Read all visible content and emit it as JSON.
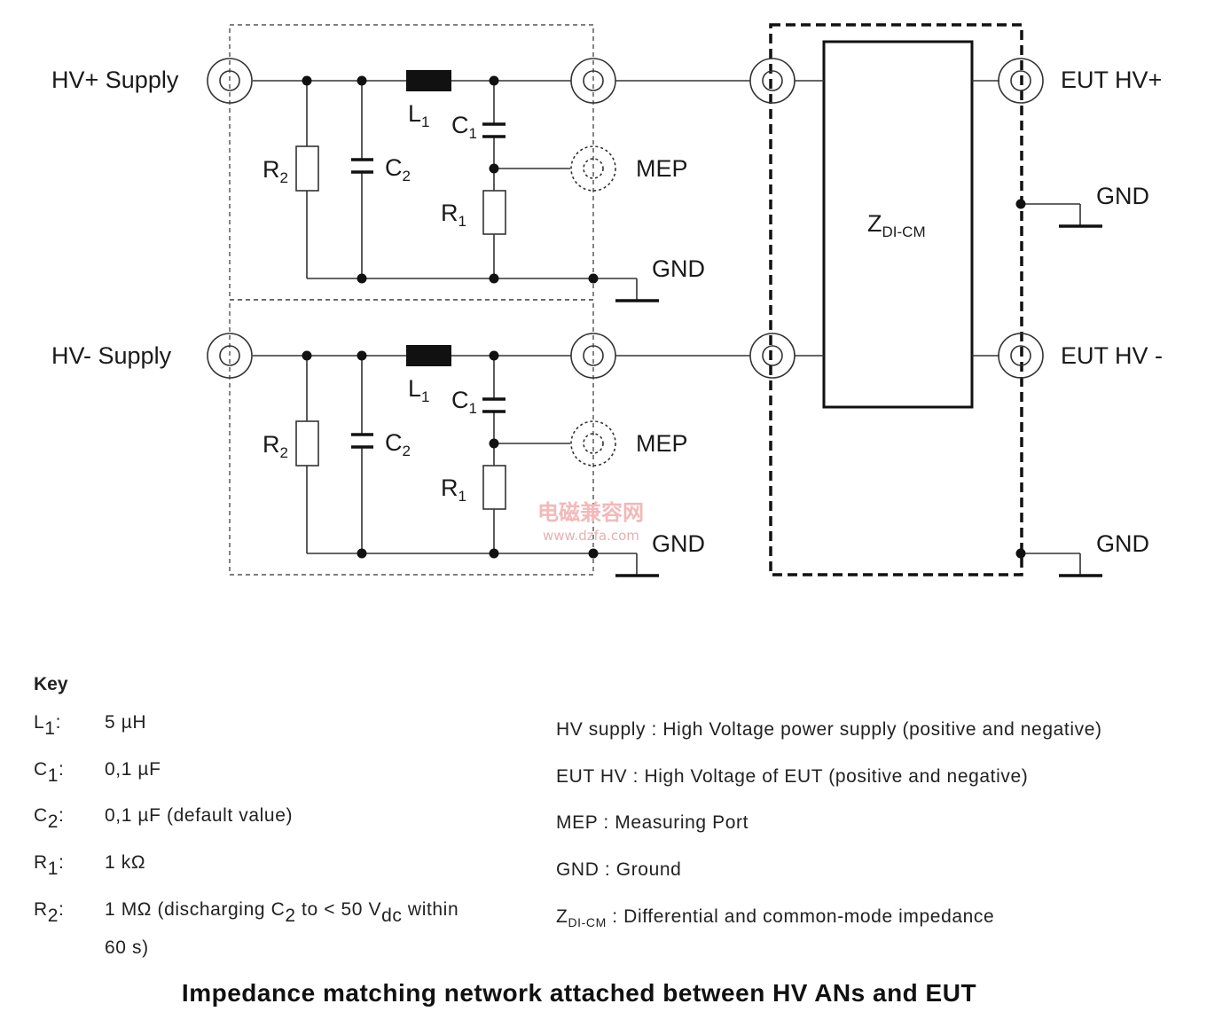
{
  "labels": {
    "hv_plus_supply": "HV+ Supply",
    "hv_minus_supply": "HV- Supply",
    "eut_hv_plus": "EUT HV+",
    "eut_hv_minus": "EUT HV -",
    "gnd": "GND",
    "mep": "MEP",
    "L": "L",
    "C": "C",
    "R": "R",
    "Z": "Z",
    "sub_1": "1",
    "sub_2": "2",
    "z_sub": "DI-CM"
  },
  "watermark": {
    "line1": "电磁兼容网",
    "line2": "www.dzfa.com"
  },
  "key": {
    "title": "Key",
    "items": [
      {
        "sym": "L",
        "sub": "1",
        "colon": ":",
        "value": "5 µH"
      },
      {
        "sym": "C",
        "sub": "1",
        "colon": ":",
        "value": "0,1 µF"
      },
      {
        "sym": "C",
        "sub": "2",
        "colon": ":",
        "value": "0,1 µF (default value)"
      },
      {
        "sym": "R",
        "sub": "1",
        "colon": ":",
        "value": "1 kΩ"
      },
      {
        "sym": "R",
        "sub": "2",
        "colon": ":",
        "value_a": "1 MΩ (discharging C",
        "value_sub": "2",
        "value_b": " to < 50 V",
        "value_sub2": "dc",
        "value_c": " within",
        "value_line2": "60 s)"
      }
    ],
    "definitions": [
      "HV supply : High Voltage power supply (positive and negative)",
      "EUT HV : High Voltage of EUT (positive and negative)",
      "MEP : Measuring Port",
      "GND : Ground"
    ],
    "zdef": {
      "sym": "Z",
      "sub": "DI-CM",
      "text": " : Differential and common-mode impedance"
    }
  },
  "caption": "Impedance matching network attached between HV ANs and EUT"
}
